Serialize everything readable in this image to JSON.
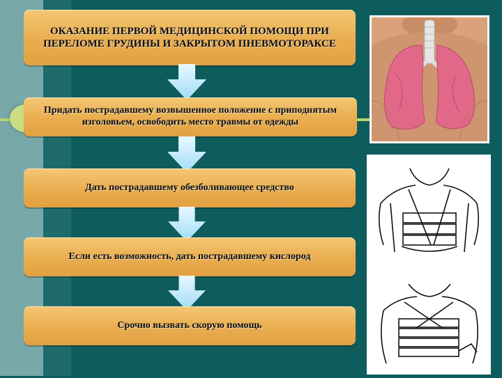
{
  "steps": {
    "title": "ОКАЗАНИЕ ПЕРВОЙ МЕДИЦИНСКОЙ ПОМОЩИ ПРИ ПЕРЕЛОМЕ ГРУДИНЫ И ЗАКРЫТОМ ПНЕВМОТОРАКСЕ",
    "step1": "Придать пострадавшему возвышенное положение с приподнятым изголовьем, освободить место травмы от одежды",
    "step2": "Дать пострадавшему обезболивающее средство",
    "step3": "Если есть возможность, дать пострадавшему кислород",
    "step4": "Срочно вызвать скорую помощь"
  },
  "colors": {
    "background": "#0f5c5c",
    "box_fill": "#e9ad4f",
    "arrow_fill": "#bfe9ff",
    "accent_line": "#b7d36b"
  },
  "images": {
    "top_right": "lungs-anatomy-illustration",
    "bottom_right": "chest-bandaging-drawings"
  }
}
